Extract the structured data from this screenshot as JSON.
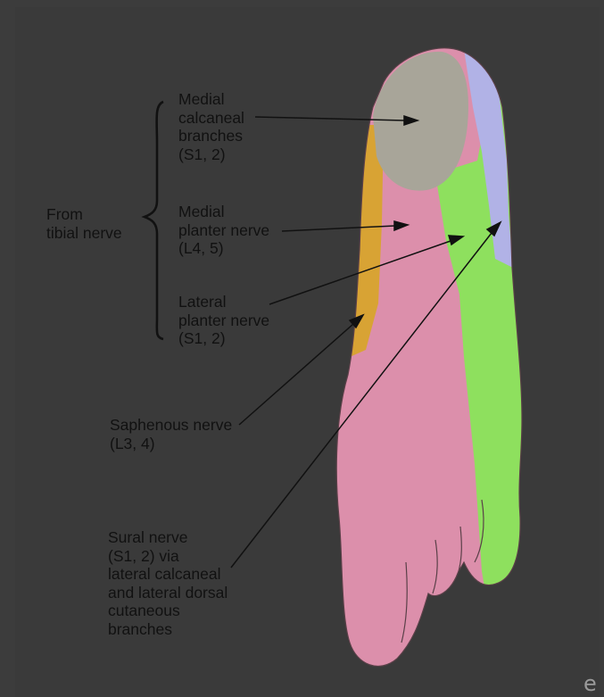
{
  "labels": {
    "medial_calcaneal": "Medial\ncalcaneal\nbranches\n(S1, 2)",
    "from_tibial": "From\ntibial nerve",
    "medial_plantar": "Medial\nplanter nerve\n(L4, 5)",
    "lateral_plantar": "Lateral\nplanter nerve\n(S1, 2)",
    "saphenous": "Saphenous nerve\n(L3, 4)",
    "sural": "Sural nerve\n(S1, 2) via\nlateral calcaneal\nand lateral dorsal\ncutaneous\nbranches"
  },
  "corner_glyph": "e",
  "colors": {
    "medial_calcaneal": "#a8a599",
    "medial_plantar": "#dc8fab",
    "lateral_plantar": "#8ee05e",
    "saphenous": "#d8a334",
    "sural": "#b1b2e6",
    "background": "#ffffff",
    "frame": "#3c3c3c"
  }
}
